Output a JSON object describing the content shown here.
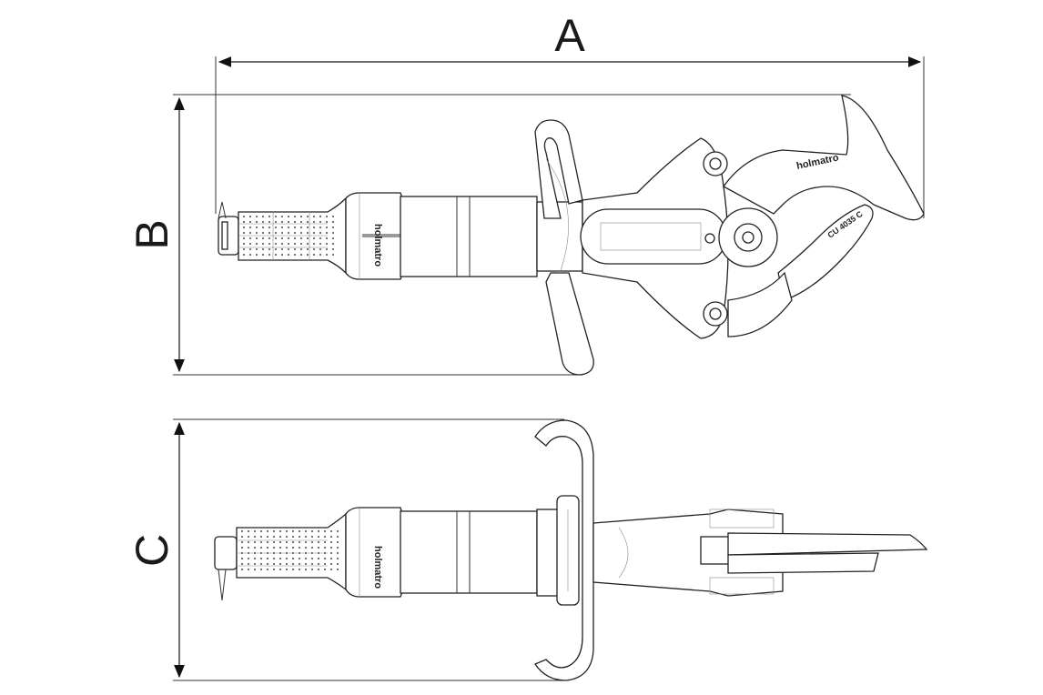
{
  "dimensions": {
    "a_label": "A",
    "b_label": "B",
    "c_label": "C"
  },
  "tool": {
    "brand_top": "holmatro",
    "brand_cutter": "holmatro",
    "brand_side": "holmatro",
    "model_text": "CU 4035 C"
  },
  "colors": {
    "line": "#222222",
    "background": "#ffffff"
  }
}
